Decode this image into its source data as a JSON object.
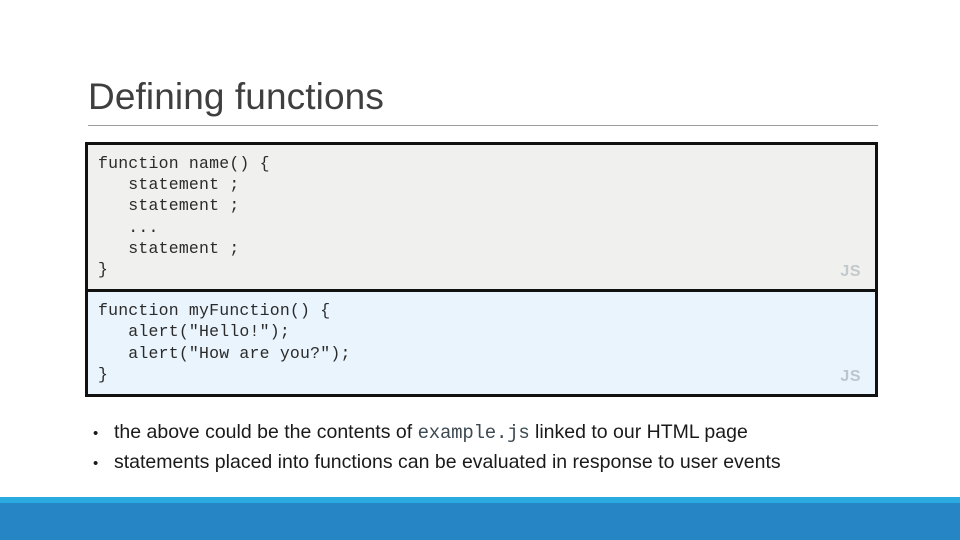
{
  "slide": {
    "title": "Defining functions",
    "code_blocks": [
      {
        "id": "syntax-template",
        "language_badge": "JS",
        "theme": "gray",
        "background": "#F0F0EE",
        "lines": [
          "function name() {",
          "   statement ;",
          "   statement ;",
          "   ...",
          "   statement ;",
          "}"
        ]
      },
      {
        "id": "example-myfunction",
        "language_badge": "JS",
        "theme": "blue",
        "background": "#E9F4FD",
        "lines": [
          "function myFunction() {",
          "   alert(\"Hello!\");",
          "   alert(\"How are you?\");",
          "}"
        ]
      }
    ],
    "bullets": [
      {
        "marker": "•",
        "text_before": "the above could be the contents of ",
        "code": "example.js",
        "text_after": " linked to our HTML page"
      },
      {
        "marker": "•",
        "text_before": "statements placed into functions can be evaluated in response to user events",
        "code": "",
        "text_after": ""
      }
    ],
    "footer": {
      "accent_light": "#29ABE2",
      "accent_dark": "#2585C5"
    }
  }
}
